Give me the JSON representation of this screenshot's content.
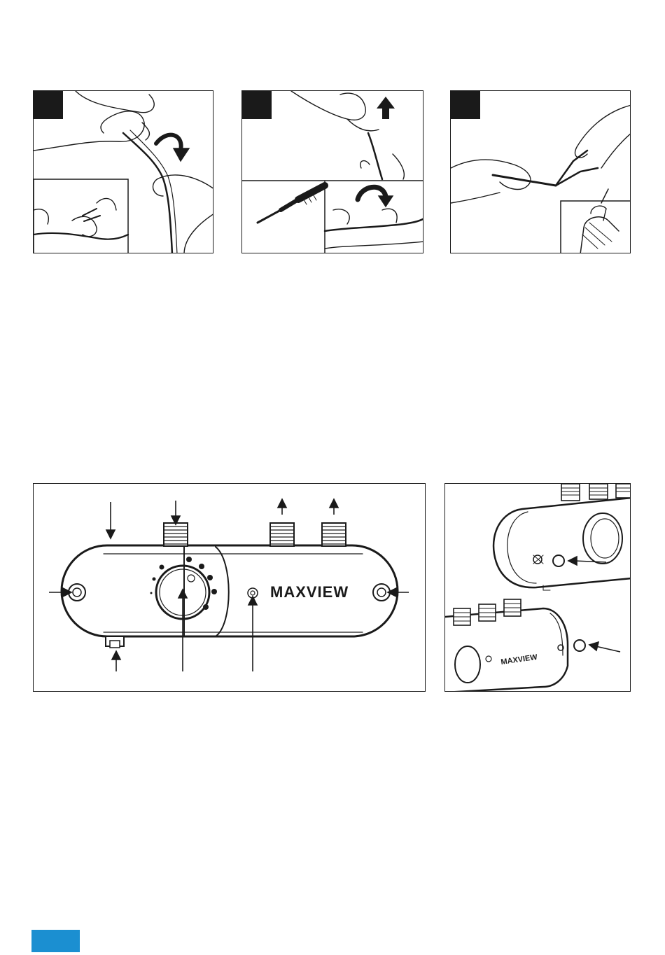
{
  "brand": {
    "logo_text": "MAXVIEW"
  },
  "colors": {
    "ink": "#1a1a1a",
    "paper": "#ffffff",
    "page_tab": "#1b8fd1"
  },
  "steps": [
    {
      "id": 1,
      "label": ""
    },
    {
      "id": 2,
      "label": ""
    },
    {
      "id": 3,
      "label": ""
    }
  ]
}
